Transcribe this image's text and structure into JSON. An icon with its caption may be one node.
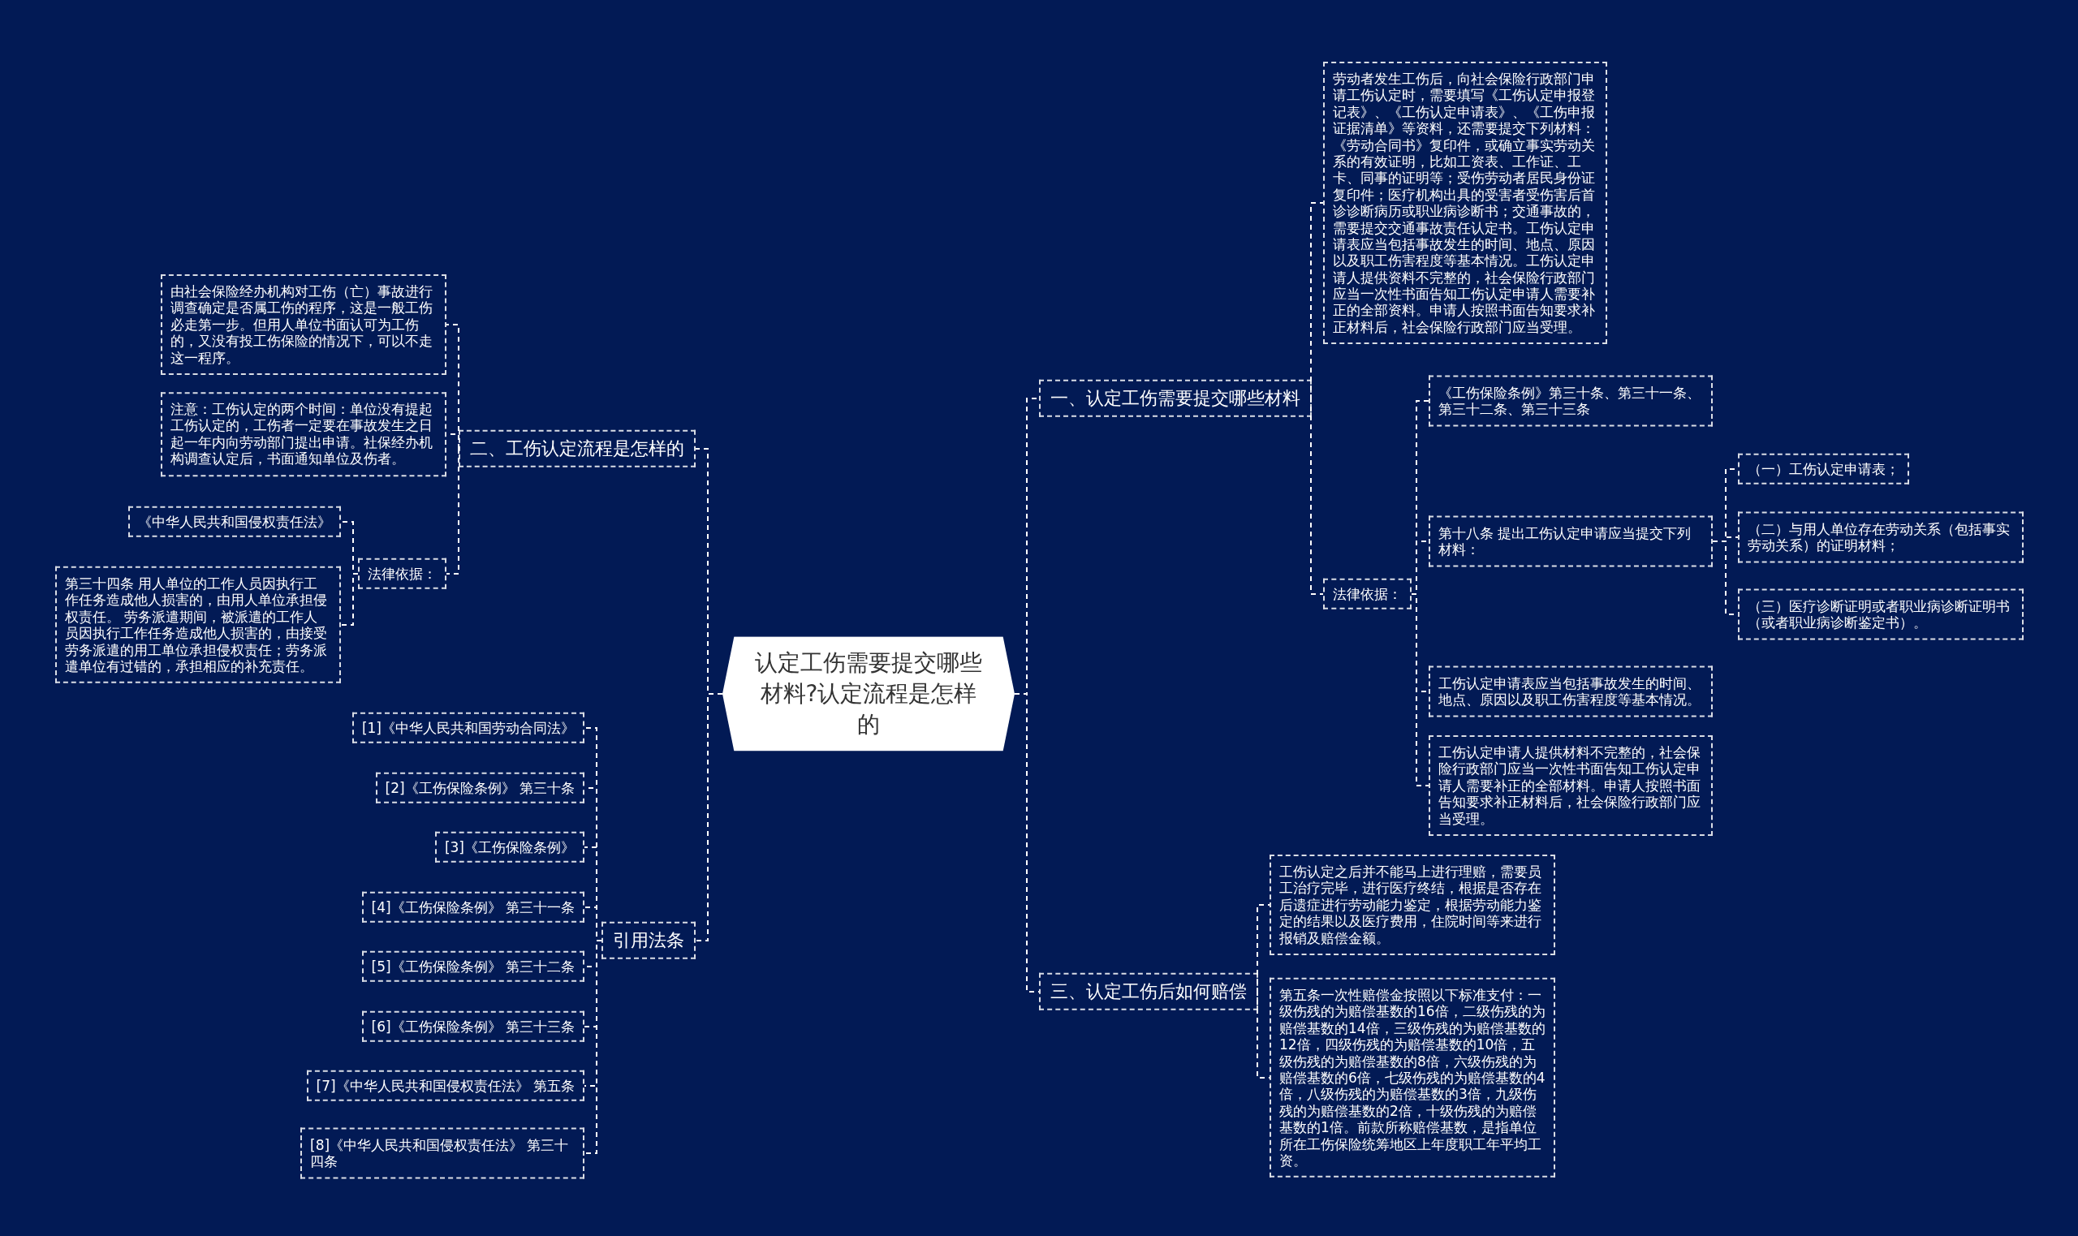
{
  "diagram": {
    "nodes": [
      {
        "text": [
          "认定工伤需要提交哪些材料?认定流程是怎样的"
        ]
      },
      {
        "text": [
          "一、认定工伤需要提交哪些材料"
        ]
      },
      {
        "text": [
          "劳动者发生工伤后，向社会保险行政部门申请工伤认定时，需要填写《工伤认定申报登记表》、《工伤认定申请表》、《工伤申报证据清单》等资料，还需要提交下列材料：《劳动合同书》复印件，或确立事实劳动关系的有效证明，比如工资表、工作证、工卡、同事的证明等；受伤劳动者居民身份证复印件；医疗机构出具的受害者受伤害后首诊诊断病历或职业病诊断书；交通事故的，需要提交交通事故责任认定书。工伤认定申请表应当包括事故发生的时间、地点、原因以及职工伤害程度等基本情况。工伤认定申请人提供资料不完整的，社会保险行政部门应当一次性书面告知工伤认定申请人需要补正的全部资料。申请人按照书面告知要求补正材料后，社会保险行政部门应当受理。"
        ]
      },
      {
        "text": [
          "法律依据："
        ]
      },
      {
        "text": [
          "《工伤保险条例》第三十条、第三十一条、第三十二条、第三十三条"
        ]
      },
      {
        "text": [
          "第十八条 提出工伤认定申请应当提交下列材料："
        ]
      },
      {
        "text": [
          "（一）工伤认定申请表；"
        ]
      },
      {
        "text": [
          "（二）与用人单位存在劳动关系（包括事实劳动关系）的证明材料；"
        ]
      },
      {
        "text": [
          "（三）医疗诊断证明或者职业病诊断证明书（或者职业病诊断鉴定书）。"
        ]
      },
      {
        "text": [
          "工伤认定申请表应当包括事故发生的时间、地点、原因以及职工伤害程度等基本情况。"
        ]
      },
      {
        "text": [
          "工伤认定申请人提供材料不完整的，社会保险行政部门应当一次性书面告知工伤认定申请人需要补正的全部材料。申请人按照书面告知要求补正材料后，社会保险行政部门应当受理。"
        ]
      },
      {
        "text": [
          "三、认定工伤后如何赔偿"
        ]
      },
      {
        "text": [
          "工伤认定之后并不能马上进行理赔，需要员工治疗完毕，进行医疗终结，根据是否存在后遗症进行劳动能力鉴定，根据劳动能力鉴定的结果以及医疗费用，住院时间等来进行报销及赔偿金额。"
        ]
      },
      {
        "text": [
          "第五条一次性赔偿金按照以下标准支付：一级伤残的为赔偿基数的16倍，二级伤残的为赔偿基数的14倍，三级伤残的为赔偿基数的12倍，四级伤残的为赔偿基数的10倍，五级伤残的为赔偿基数的8倍，六级伤残的为赔偿基数的6倍，七级伤残的为赔偿基数的4倍，八级伤残的为赔偿基数的3倍，九级伤残的为赔偿基数的2倍，十级伤残的为赔偿基数的1倍。前款所称赔偿基数，是指单位所在工伤保险统筹地区上年度职工年平均工资。"
        ]
      },
      {
        "text": [
          "二、工伤认定流程是怎样的"
        ]
      },
      {
        "text": [
          "由社会保险经办机构对工伤（亡）事故进行调查确定是否属工伤的程序，这是一般工伤必走第一步。但用人单位书面认可为工伤的，又没有投工伤保险的情况下，可以不走这一程序。"
        ]
      },
      {
        "text": [
          "注意：工伤认定的两个时间：单位没有提起工伤认定的，工伤者一定要在事故发生之日起一年内向劳动部门提出申请。社保经办机构调查认定后，书面通知单位及伤者。"
        ]
      },
      {
        "text": [
          "法律依据："
        ]
      },
      {
        "text": [
          "《中华人民共和国侵权责任法》"
        ]
      },
      {
        "text": [
          "第三十四条 用人单位的工作人员因执行工作任务造成他人损害的，由用人单位承担侵权责任。 劳务派遣期间，被派遣的工作人员因执行工作任务造成他人损害的，由接受劳务派遣的用工单位承担侵权责任；劳务派遣单位有过错的，承担相应的补充责任。"
        ]
      },
      {
        "text": [
          "引用法条"
        ]
      },
      {
        "text": [
          "[1]《中华人民共和国劳动合同法》"
        ]
      },
      {
        "text": [
          "[2]《工伤保险条例》 第三十条"
        ]
      },
      {
        "text": [
          "[3]《工伤保险条例》"
        ]
      },
      {
        "text": [
          "[4]《工伤保险条例》 第三十一条"
        ]
      },
      {
        "text": [
          "[5]《工伤保险条例》 第三十二条"
        ]
      },
      {
        "text": [
          "[6]《工伤保险条例》 第三十三条"
        ]
      },
      {
        "text": [
          "[7]《中华人民共和国侵权责任法》 第五条"
        ]
      },
      {
        "text": [
          "[8]《中华人民共和国侵权责任法》 第三十四条"
        ]
      }
    ],
    "edges": [
      {
        "from": 0,
        "to": 1,
        "arrow": "none",
        "style": "dashed"
      },
      {
        "from": 0,
        "to": 11,
        "arrow": "none",
        "style": "dashed"
      },
      {
        "from": 0,
        "to": 14,
        "arrow": "none",
        "style": "dashed"
      },
      {
        "from": 0,
        "to": 20,
        "arrow": "none",
        "style": "dashed"
      },
      {
        "from": 1,
        "to": 2,
        "arrow": "none",
        "style": "dashed"
      },
      {
        "from": 1,
        "to": 3,
        "arrow": "none",
        "style": "dashed"
      },
      {
        "from": 3,
        "to": 4,
        "arrow": "none",
        "style": "dashed"
      },
      {
        "from": 3,
        "to": 5,
        "arrow": "none",
        "style": "dashed"
      },
      {
        "from": 3,
        "to": 9,
        "arrow": "none",
        "style": "dashed"
      },
      {
        "from": 3,
        "to": 10,
        "arrow": "none",
        "style": "dashed"
      },
      {
        "from": 5,
        "to": 6,
        "arrow": "none",
        "style": "dashed"
      },
      {
        "from": 5,
        "to": 7,
        "arrow": "none",
        "style": "dashed"
      },
      {
        "from": 5,
        "to": 8,
        "arrow": "none",
        "style": "dashed"
      },
      {
        "from": 11,
        "to": 12,
        "arrow": "none",
        "style": "dashed"
      },
      {
        "from": 11,
        "to": 13,
        "arrow": "none",
        "style": "dashed"
      },
      {
        "from": 14,
        "to": 15,
        "arrow": "none",
        "style": "dashed"
      },
      {
        "from": 14,
        "to": 16,
        "arrow": "none",
        "style": "dashed"
      },
      {
        "from": 14,
        "to": 17,
        "arrow": "none",
        "style": "dashed"
      },
      {
        "from": 17,
        "to": 18,
        "arrow": "none",
        "style": "dashed"
      },
      {
        "from": 17,
        "to": 19,
        "arrow": "none",
        "style": "dashed"
      },
      {
        "from": 20,
        "to": 21,
        "arrow": "none",
        "style": "dashed"
      },
      {
        "from": 20,
        "to": 22,
        "arrow": "none",
        "style": "dashed"
      },
      {
        "from": 20,
        "to": 23,
        "arrow": "none",
        "style": "dashed"
      },
      {
        "from": 20,
        "to": 24,
        "arrow": "none",
        "style": "dashed"
      },
      {
        "from": 20,
        "to": 25,
        "arrow": "none",
        "style": "dashed"
      },
      {
        "from": 20,
        "to": 26,
        "arrow": "none",
        "style": "dashed"
      },
      {
        "from": 20,
        "to": 27,
        "arrow": "none",
        "style": "dashed"
      },
      {
        "from": 20,
        "to": 28,
        "arrow": "none",
        "style": "dashed"
      }
    ]
  }
}
